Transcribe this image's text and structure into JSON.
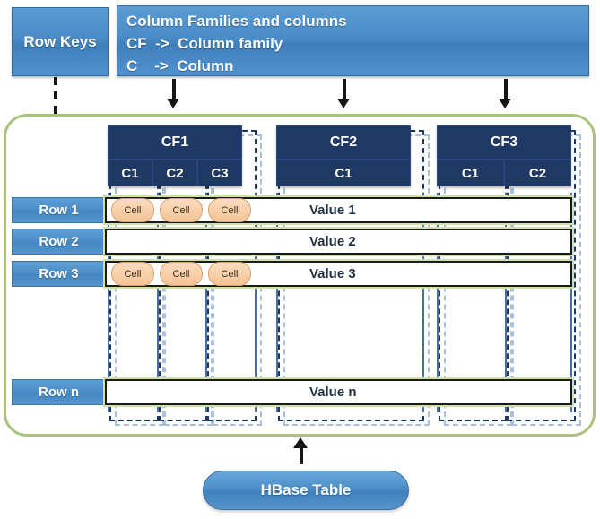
{
  "legend": {
    "row_keys_label": "Row Keys",
    "lines": [
      "Column Families and columns",
      "CF  ->  Column family",
      "C    ->  Column"
    ]
  },
  "table": {
    "column_families": [
      {
        "name": "CF1",
        "columns": [
          "C1",
          "C2",
          "C3"
        ]
      },
      {
        "name": "CF2",
        "columns": [
          "C1"
        ]
      },
      {
        "name": "CF3",
        "columns": [
          "C1",
          "C2"
        ]
      }
    ],
    "rows": [
      {
        "key": "Row 1",
        "cells": [
          "Cell",
          "Cell",
          "Cell"
        ],
        "value": "Value 1"
      },
      {
        "key": "Row 2",
        "cells": [],
        "value": "Value 2"
      },
      {
        "key": "Row 3",
        "cells": [
          "Cell",
          "Cell",
          "Cell"
        ],
        "value": "Value 3"
      },
      {
        "key": "Row n",
        "cells": [],
        "value": "Value n"
      }
    ],
    "cell_label": "Cell"
  },
  "footer": {
    "caption": "HBase Table"
  },
  "colors": {
    "callout_blue": "#4a8cc8",
    "header_navy": "#1f3864",
    "container_green": "#a9c37e",
    "row_highlight_green": "#cfe0a8",
    "cell_peach": "#f7cfa8",
    "dash_navy": "#1f3864",
    "dash_light_blue": "#a8c0dd"
  }
}
